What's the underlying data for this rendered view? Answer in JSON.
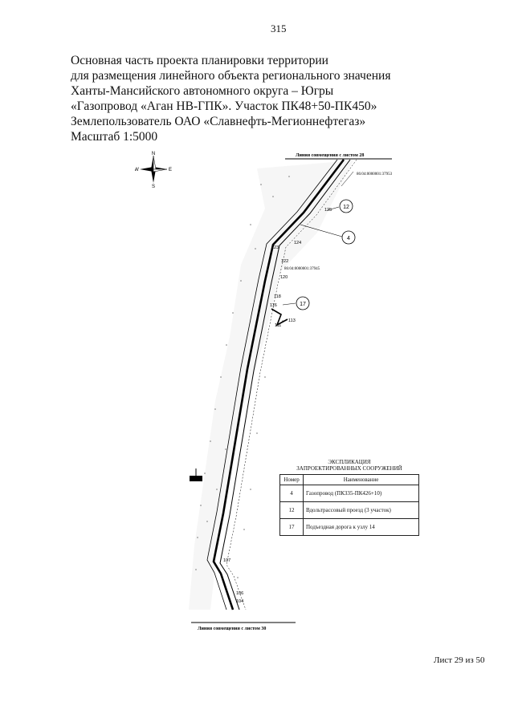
{
  "page_number": "315",
  "header": {
    "lines": [
      "Основная часть проекта планировки территории",
      "для размещения линейного объекта регионального значения",
      "Ханты-Мансийского автономного округа – Югры",
      "«Газопровод «Аган НВ-ГПК». Участок ПК48+50-ПК450»",
      "Землепользователь ОАО «Славнефть-Мегионнефтегаз»",
      "Масштаб 1:5000"
    ]
  },
  "compass": {
    "n": "N",
    "s": "S",
    "w": "W",
    "e": "E"
  },
  "map": {
    "match_top": "Линия совмещения с листом 28",
    "match_bottom": "Линия совмещения с листом 30",
    "cadastral_1": "86:04:0000001:37953",
    "cadastral_2": "86:04:0000001:37945",
    "point_labels": [
      "125",
      "124",
      "123",
      "122",
      "120",
      "118",
      "116",
      "113",
      "111",
      "107",
      "106",
      "104"
    ],
    "callouts": [
      "12",
      "4",
      "17"
    ]
  },
  "legend": {
    "title_line1": "ЭКСПЛИКАЦИЯ",
    "title_line2": "ЗАПРОЕКТИРОВАННЫХ СООРУЖЕНИЙ",
    "col_number": "Номер",
    "col_name": "Наименование",
    "rows": [
      {
        "number": "4",
        "name": "Газопровод (ПК335-ПК426+10)"
      },
      {
        "number": "12",
        "name": "Вдольтрассовый проезд (3 участок)"
      },
      {
        "number": "17",
        "name": "Подъездная дорога к узлу 14"
      }
    ]
  },
  "sheet_label": "Лист 29 из 50"
}
